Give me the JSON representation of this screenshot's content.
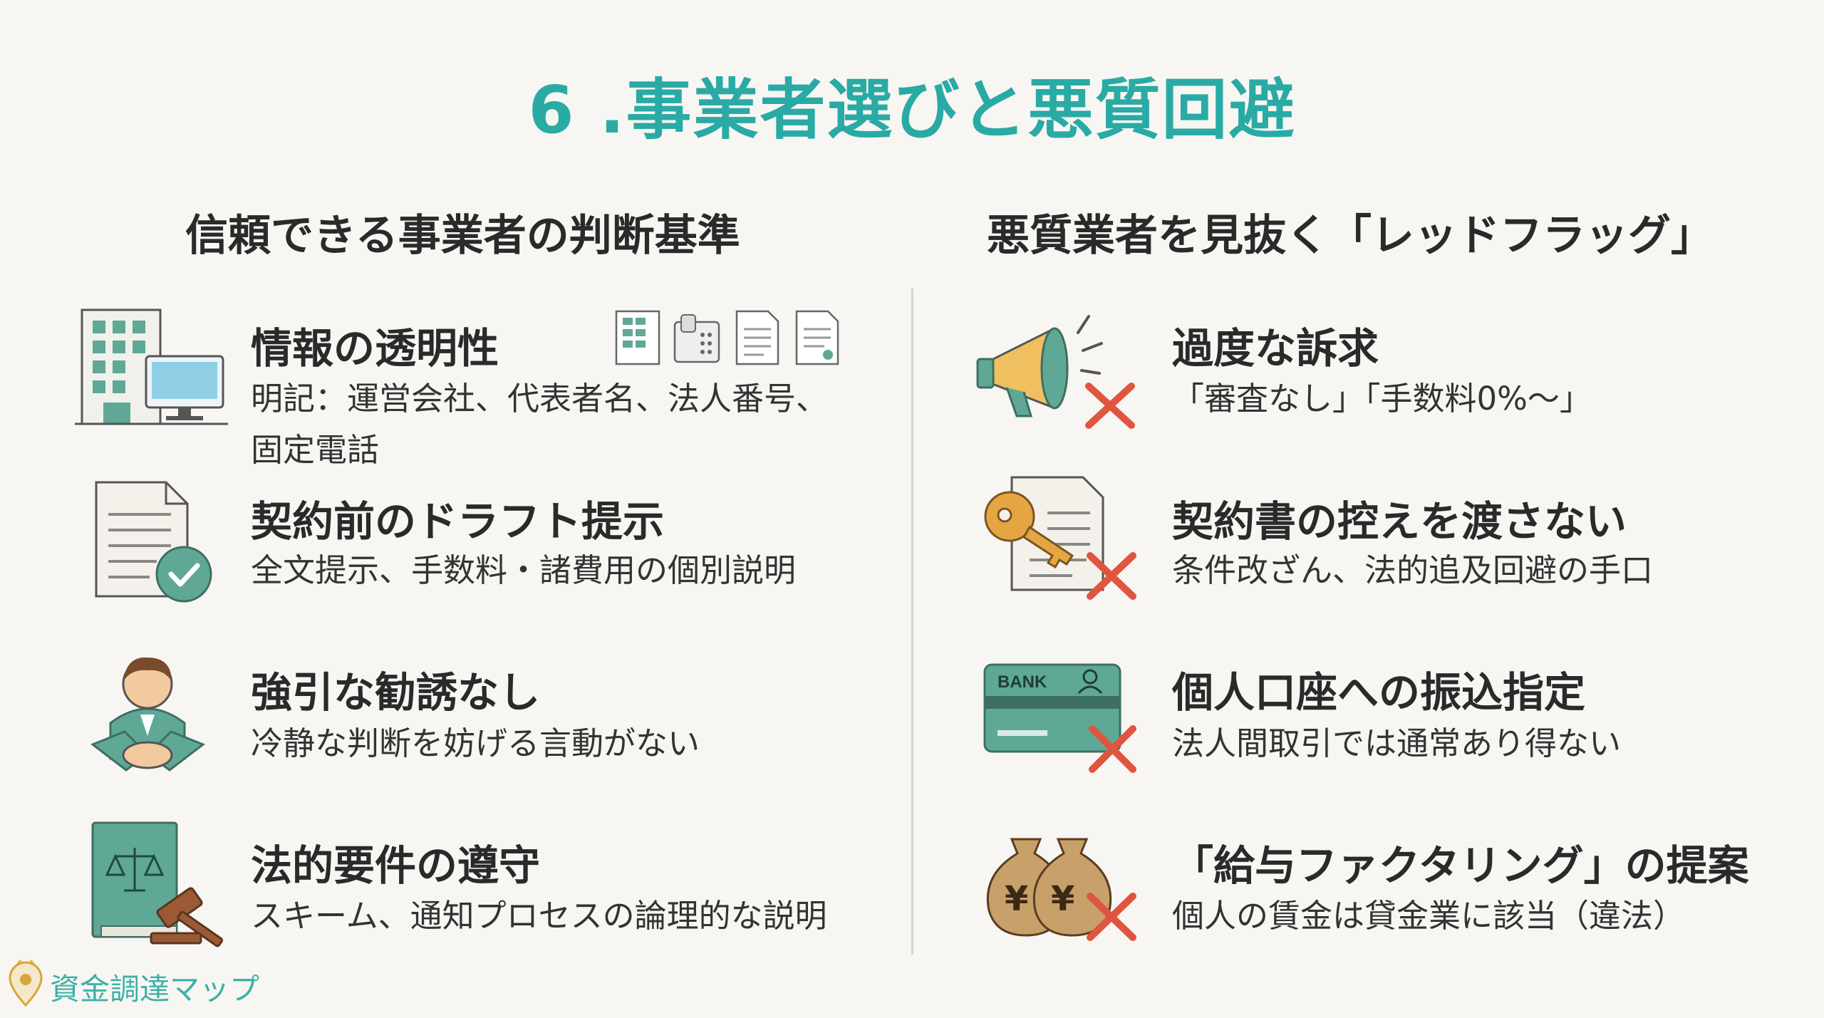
{
  "title": "6 .事業者選びと悪質回避",
  "left": {
    "heading": "信頼できる事業者の判断基準",
    "items": [
      {
        "heading": "情報の透明性",
        "desc_line1": "明記：運営会社、代表者名、法人番号、",
        "desc_line2": "固定電話",
        "icon": "office-building-icon"
      },
      {
        "heading": "契約前のドラフト提示",
        "desc_line1": "全文提示、手数料・諸費用の個別説明",
        "icon": "document-check-icon"
      },
      {
        "heading": "強引な勧誘なし",
        "desc_line1": "冷静な判断を妨げる言動がない",
        "icon": "handshake-person-icon"
      },
      {
        "heading": "法的要件の遵守",
        "desc_line1": "スキーム、通知プロセスの論理的な説明",
        "icon": "law-book-gavel-icon"
      }
    ]
  },
  "right": {
    "heading": "悪質業者を見抜く「レッドフラッグ」",
    "items": [
      {
        "heading": "過度な訴求",
        "desc_line1": "「審査なし」「手数料0%〜」",
        "icon": "megaphone-x-icon"
      },
      {
        "heading": "契約書の控えを渡さない",
        "desc_line1": "条件改ざん、法的追及回避の手口",
        "icon": "key-document-x-icon"
      },
      {
        "heading": "個人口座への振込指定",
        "desc_line1": "法人間取引では通常あり得ない",
        "icon": "bank-card-x-icon",
        "card_label": "BANK"
      },
      {
        "heading": "「給与ファクタリング」の提案",
        "desc_line1": "個人の賃金は貸金業に該当（違法）",
        "icon": "money-bags-x-icon",
        "bag_symbol": "¥"
      }
    ]
  },
  "footer": {
    "logo_text": "資金調達マップ"
  },
  "colors": {
    "accent": "#2aaaa5",
    "danger": "#e0553f",
    "teal_icon": "#5fa896"
  }
}
